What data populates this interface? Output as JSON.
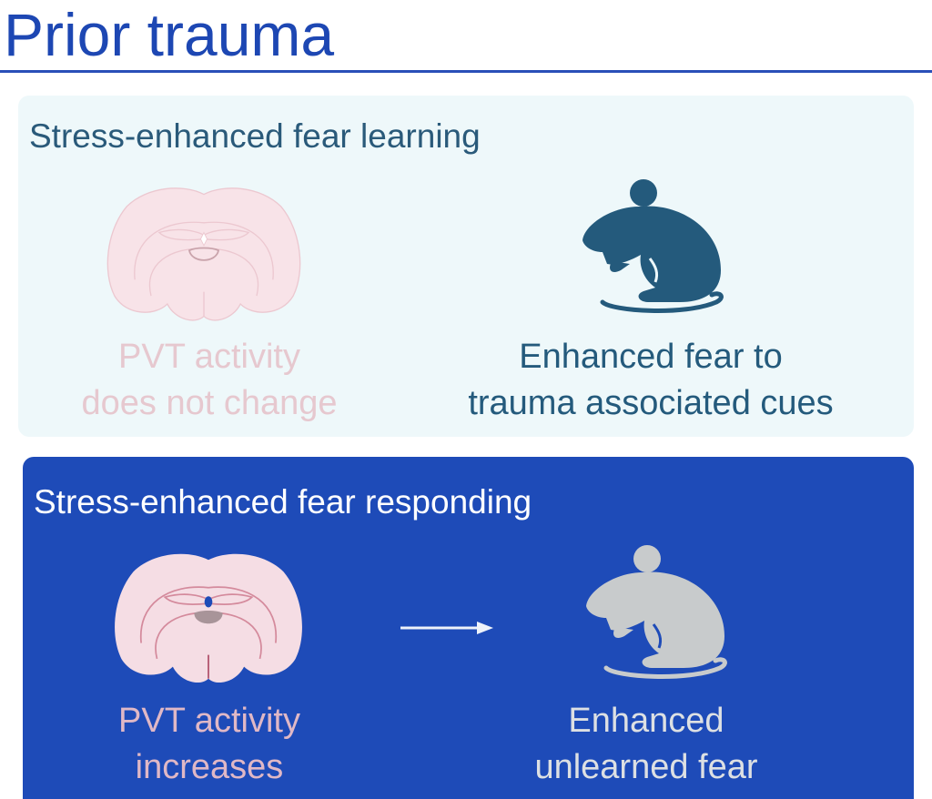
{
  "title": "Prior trauma",
  "panels": [
    {
      "heading": "Stress-enhanced fear learning",
      "brain_caption": [
        "PVT activity",
        "does not change"
      ],
      "mouse_caption": [
        "Enhanced fear to",
        "trauma associated cues"
      ],
      "colors": {
        "background": "#eef8fa",
        "heading": "#2a5a7a",
        "mouse": "#245a7c",
        "brain_text": "#e6c8cf"
      }
    },
    {
      "heading": "Stress-enhanced fear responding",
      "brain_caption": [
        "PVT activity",
        "increases"
      ],
      "mouse_caption": [
        "Enhanced",
        "unlearned fear"
      ],
      "colors": {
        "background": "#1e4bb8",
        "heading": "#ffffff",
        "mouse": "#c8cbcc",
        "brain_text": "#e0b8c6"
      }
    }
  ]
}
